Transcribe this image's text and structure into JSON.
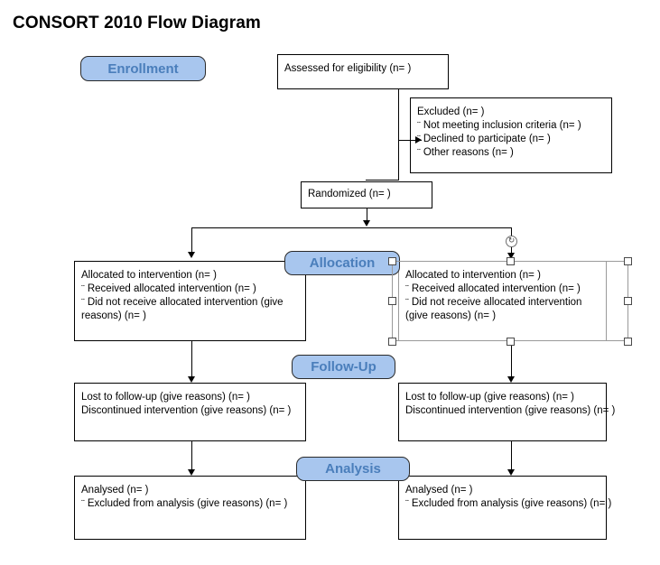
{
  "title": "CONSORT 2010 Flow Diagram",
  "bullet_glyph": "¨",
  "colors": {
    "banner_fill": "#a8c6ee",
    "banner_text": "#4a7ebb",
    "banner_border": "#2a2a2a",
    "box_border": "#000000",
    "selected_border": "#9a9a9a",
    "handle_fill": "#ffffff",
    "handle_border": "#4a4a4a",
    "background": "#ffffff",
    "text": "#000000"
  },
  "banners": {
    "enrollment": "Enrollment",
    "allocation": "Allocation",
    "followup": "Follow-Up",
    "analysis": "Analysis"
  },
  "boxes": {
    "assessed": {
      "lines": [
        "Assessed for eligibility (n=  )"
      ]
    },
    "excluded": {
      "heading": "Excluded  (n=  )",
      "items": [
        "Not meeting inclusion criteria (n=  )",
        "Declined to participate (n=  )",
        "Other reasons (n=  )"
      ]
    },
    "randomized": {
      "lines": [
        "Randomized (n=  )"
      ]
    },
    "allocation_left": {
      "heading": "Allocated to intervention (n=  )",
      "items": [
        "Received allocated intervention (n=  )",
        "Did not receive allocated intervention (give reasons) (n=  )"
      ]
    },
    "allocation_right": {
      "heading": "Allocated to intervention (n=  )",
      "items": [
        "Received allocated intervention (n=  )",
        "Did not receive allocated intervention (give reasons) (n=  )"
      ],
      "selected": true
    },
    "followup_left": {
      "lines": [
        "Lost to follow-up (give reasons) (n=  )",
        "Discontinued intervention (give reasons) (n=  )"
      ]
    },
    "followup_right": {
      "lines": [
        "Lost to follow-up (give reasons) (n=  )",
        "Discontinued intervention (give reasons) (n= )"
      ]
    },
    "analysis_left": {
      "heading": "Analysed  (n=  )",
      "items": [
        "Excluded from analysis (give reasons) (n=  )"
      ]
    },
    "analysis_right": {
      "heading": "Analysed  (n=  )",
      "items": [
        "Excluded from analysis (give reasons) (n=  )"
      ]
    }
  },
  "rotation_handle_glyph": "↻"
}
